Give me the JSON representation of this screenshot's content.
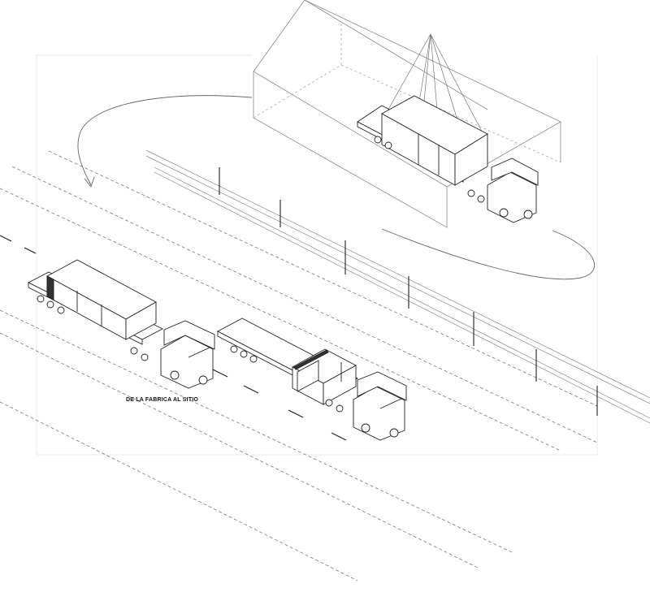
{
  "diagram": {
    "caption": "DE LA FABRICA AL SITIO",
    "colors": {
      "line": "#222222",
      "light": "#9a9a9a",
      "dash": "#777777",
      "frame": "#e3e3e3"
    },
    "icons": [
      "factory-shed-outline",
      "lifting-crane",
      "flatbed-truck",
      "module-box",
      "road-lane",
      "fence-post",
      "loop-arrow"
    ]
  }
}
